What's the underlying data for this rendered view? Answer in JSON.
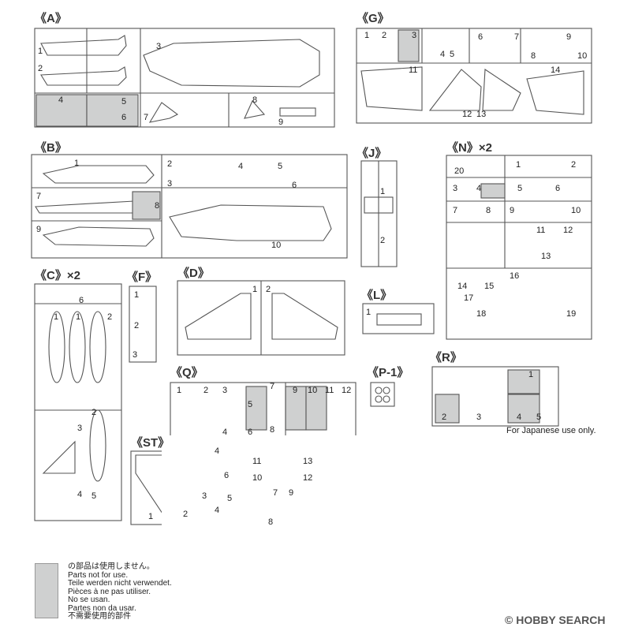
{
  "sprues": {
    "A": {
      "label": "《A》",
      "parts": [
        "1",
        "2",
        "3",
        "4",
        "5",
        "6",
        "7",
        "8",
        "9"
      ]
    },
    "G": {
      "label": "《G》",
      "parts": [
        "1",
        "2",
        "3",
        "4",
        "5",
        "6",
        "7",
        "8",
        "9",
        "10",
        "11",
        "12",
        "13",
        "14"
      ]
    },
    "B": {
      "label": "《B》",
      "parts": [
        "1",
        "2",
        "3",
        "4",
        "5",
        "6",
        "7",
        "8",
        "9",
        "10"
      ]
    },
    "J": {
      "label": "《J》",
      "parts": [
        "1",
        "2"
      ]
    },
    "N": {
      "label": "《N》×2",
      "parts": [
        "1",
        "2",
        "3",
        "4",
        "5",
        "6",
        "7",
        "8",
        "9",
        "10",
        "11",
        "12",
        "13",
        "14",
        "15",
        "16",
        "17",
        "18",
        "19",
        "20"
      ]
    },
    "C": {
      "label": "《C》×2",
      "parts": [
        "1",
        "1",
        "2",
        "2",
        "3",
        "4",
        "5",
        "6"
      ]
    },
    "F": {
      "label": "《F》",
      "parts": [
        "1",
        "2",
        "3"
      ]
    },
    "D": {
      "label": "《D》",
      "parts": [
        "1",
        "2"
      ]
    },
    "L": {
      "label": "《L》",
      "parts": [
        "1"
      ]
    },
    "Q": {
      "label": "《Q》",
      "parts": [
        "1",
        "2",
        "3",
        "4",
        "5",
        "6",
        "7",
        "8",
        "9",
        "10",
        "11",
        "12"
      ]
    },
    "P1": {
      "label": "《P-1》",
      "parts": []
    },
    "R": {
      "label": "《R》",
      "parts": [
        "1",
        "2",
        "3",
        "4",
        "5"
      ]
    },
    "ST": {
      "label": "《ST》",
      "parts": [
        "1",
        "2",
        "3",
        "4",
        "4",
        "5",
        "6",
        "7",
        "8",
        "9",
        "10",
        "11",
        "12",
        "13"
      ]
    }
  },
  "notes": {
    "japanese_use_only": "For Japanese use only."
  },
  "legend": {
    "swatch_color": "#cfd0d0",
    "lines": [
      "の部品は使用しません。",
      "Parts not for use.",
      "Teile werden nicht verwendet.",
      "Pièces à ne pas utiliser.",
      "No se usan.",
      "Partes non da usar.",
      "不需要使用的部件"
    ]
  },
  "watermark": {
    "text": "© HOBBY SEARCH"
  }
}
